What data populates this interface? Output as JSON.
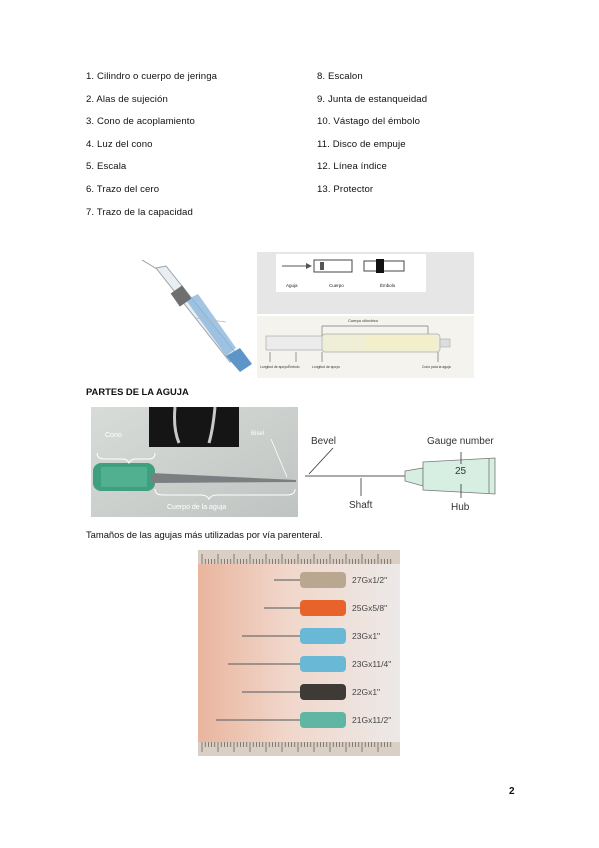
{
  "parts_list": {
    "left": [
      "1. Cilindro o cuerpo de jeringa",
      "2. Alas de sujeción",
      "3. Cono de acoplamiento",
      "4. Luz del cono",
      "5. Escala",
      "6. Trazo del cero",
      "7. Trazo de la capacidad"
    ],
    "right": [
      "8. Escalon",
      "9. Junta de estanqueidad",
      "10. Vástago del émbolo",
      "11. Disco de empuje",
      "12. Línea índice",
      "13. Protector"
    ]
  },
  "syringe_figure": {
    "labels_top": [
      "Aguja",
      "Cuerpo",
      "Émbolo"
    ],
    "label_body": "Cuerpo cilíndrico",
    "labels_bottom": [
      "Longitud de apoyo",
      "Émbolo",
      "Longitud de apoyo",
      "Cono para la aguja"
    ]
  },
  "needle_section": {
    "heading": "PARTES DE LA AGUJA",
    "photo_labels": {
      "cono": "Cono",
      "bisel": "Bisel",
      "cuerpo": "Cuerpo de la aguja"
    },
    "diagram_labels": {
      "bevel": "Bevel",
      "gauge_number": "Gauge number",
      "gauge_value": "25",
      "shaft": "Shaft",
      "hub": "Hub"
    }
  },
  "sizes_section": {
    "caption": "Tamaños de las agujas más utilizadas por vía parenteral.",
    "needles": [
      {
        "label": "27Gx1/2\"",
        "hub_color": "#b9a78f"
      },
      {
        "label": "25Gx5/8\"",
        "hub_color": "#e8632c"
      },
      {
        "label": "23Gx1\"",
        "hub_color": "#69b8d6"
      },
      {
        "label": "23Gx11/4\"",
        "hub_color": "#69b8d6"
      },
      {
        "label": "22Gx1\"",
        "hub_color": "#3e3a36"
      },
      {
        "label": "21Gx11/2\"",
        "hub_color": "#5fb7a3"
      }
    ]
  },
  "page_number": "2"
}
